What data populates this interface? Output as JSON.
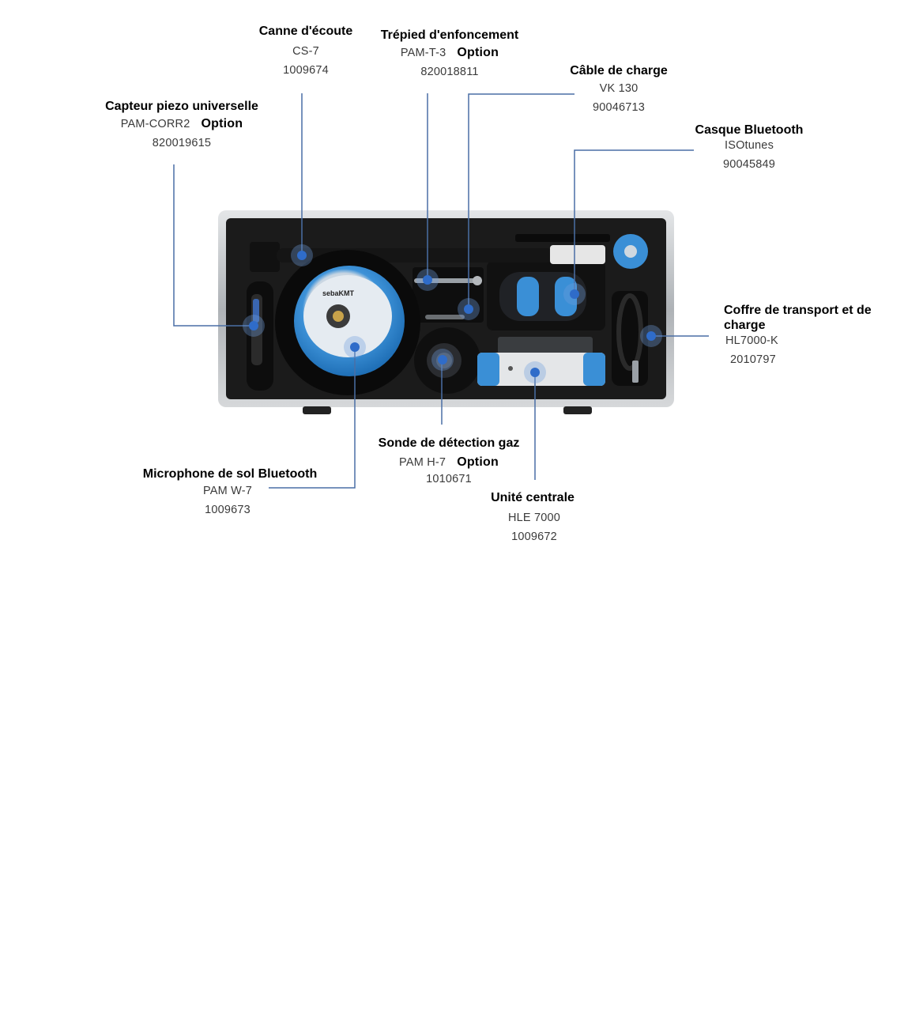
{
  "colors": {
    "leader_line": "#4a6fa5",
    "marker": "#2f6cc9",
    "case_frame": "#b8bcc0",
    "foam": "#1b1b1b",
    "device_blue": "#3a8fd6"
  },
  "labels": {
    "canne": {
      "title": "Canne d'écoute",
      "model": "CS-7",
      "code": "1009674"
    },
    "trepied": {
      "title": "Trépied d'enfoncement",
      "model": "PAM-T-3",
      "option": "Option",
      "code": "820018811"
    },
    "cable": {
      "title": "Câble de charge",
      "model": "VK 130",
      "code": "90046713"
    },
    "capteur": {
      "title": "Capteur piezo universelle",
      "model": "PAM-CORR2",
      "option": "Option",
      "code": "820019615"
    },
    "casque": {
      "title": "Casque Bluetooth",
      "model": "ISOtunes",
      "code": "90045849"
    },
    "coffre": {
      "title": "Coffre de transport et de charge",
      "model": "HL7000-K",
      "code": "2010797"
    },
    "sonde": {
      "title": "Sonde de détection gaz",
      "model": "PAM H-7",
      "option": "Option",
      "code": "1010671"
    },
    "microphone": {
      "title": "Microphone de sol Bluetooth",
      "model": "PAM W-7",
      "code": "1009673"
    },
    "unite": {
      "title": "Unité centrale",
      "model": "HLE 7000",
      "code": "1009672"
    }
  },
  "product_logo": "sebaKMT"
}
